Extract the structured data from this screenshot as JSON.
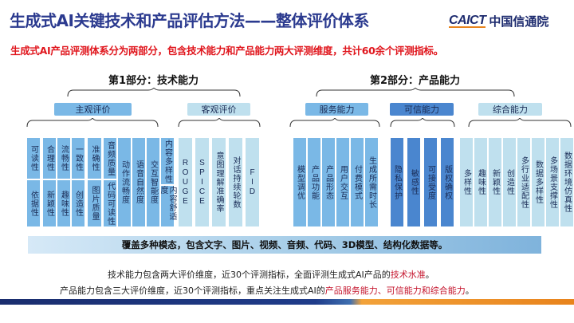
{
  "header": {
    "title": "生成式AI关键技术和产品评估方法——整体评价体系",
    "logo_en": "CAICT",
    "logo_cn": "中国信通院"
  },
  "subtitle": "生成式AI产品评测体系分为两部分，包含技术能力和产品能力两大评测维度，共计60余个评测指标。",
  "part1": {
    "title": "第1部分：技术能力",
    "subjective": {
      "label": "主观评价",
      "color": "#7ab8e6",
      "cells_top": [
        "可读性",
        "合理性",
        "流畅性",
        "一致性",
        "准确性",
        "音频质量"
      ],
      "cells_bottom": [
        "依据性",
        "新颖性",
        "趣味性",
        "创造性",
        "图片质量",
        "代码可读性"
      ],
      "cells_full": [
        "动作流畅度",
        "语音自然度",
        "交互智能度"
      ],
      "cells_last_top": "内容多样性",
      "cells_last_bottom": "内容舒适度"
    },
    "objective": {
      "label": "客观评价",
      "color": "#bfe0ee",
      "cells": [
        "ROUGE",
        "SPICE",
        "意图理解准确率",
        "对话持续轮数",
        "FID"
      ]
    }
  },
  "part2": {
    "title": "第2部分：产品能力",
    "service": {
      "label": "服务能力",
      "color": "#7ab8e6",
      "cells": [
        "模型调优",
        "产品功能",
        "产品形态",
        "用户交互",
        "付费模式",
        "生成所需时长"
      ]
    },
    "trust": {
      "label": "可信能力",
      "color": "#4a86cf",
      "cells": [
        "隐私保护",
        "敏感性",
        "可接受度",
        "版权确权"
      ]
    },
    "comprehensive": {
      "label": "综合能力",
      "color": "#bfe0ee",
      "cells": [
        "多样性",
        "趣味性",
        "新颖性",
        "创造性",
        "多行业适配性",
        "数据多样性",
        "多场景支撑性",
        "数据环境仿真性"
      ]
    }
  },
  "banner": "覆盖多种模态，包含文字、图片、视频、音频、代码、3D模型、结构化数据等。",
  "notes": {
    "line1_prefix": "技术能力包含两大评价维度，近30个评测指标，全面评测生成式AI产品的",
    "line1_highlight": "技术水准",
    "line1_suffix": "。",
    "line2_prefix": "产品能力包含三大评价维度，近30个评测指标，重点关注生成式AI的",
    "line2_highlight": "产品服务能力、可信能力和综合能力",
    "line2_suffix": "。"
  },
  "colors": {
    "title": "#2b3a8f",
    "subtitle": "#e0161d",
    "highlight": "#c5162e",
    "accent_orange": "#e8831c"
  }
}
